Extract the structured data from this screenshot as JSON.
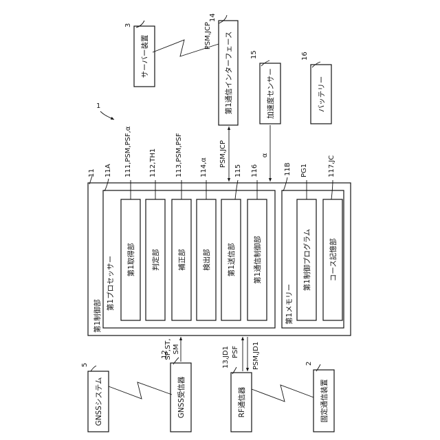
{
  "diagram": {
    "figure_ref": "1",
    "devices": {
      "server": {
        "name": "サーバー装置",
        "ref": "3"
      },
      "comm_interface": {
        "name": "第1通信インターフェース",
        "ref": "14"
      },
      "accel_sensor": {
        "name": "加速度センサー",
        "ref": "15"
      },
      "battery": {
        "name": "バッテリー",
        "ref": "16"
      },
      "gnss_system": {
        "name": "GNSSシステム",
        "ref": "5"
      },
      "gnss_receiver": {
        "name": "GNSS受信器",
        "ref": "12"
      },
      "rf_comm": {
        "name": "RF通信器",
        "ref": "13,JD1"
      },
      "fixed_comm": {
        "name": "固定通信装置",
        "ref": "2"
      }
    },
    "controller": {
      "name": "第1制御部",
      "ref": "11",
      "processor": {
        "name": "第1プロセッサー",
        "ref": "11A",
        "units": [
          {
            "name": "第1取得部",
            "ref": "111,PSM,PSF,α"
          },
          {
            "name": "判定部",
            "ref": "112,TH1"
          },
          {
            "name": "補正部",
            "ref": "113,PSM,PSF"
          },
          {
            "name": "検出部",
            "ref": "114,α"
          },
          {
            "name": "第1送信部",
            "ref": "115"
          },
          {
            "name": "第1通信制御部",
            "ref": "116"
          }
        ]
      },
      "memory": {
        "name": "第1メモリー",
        "ref": "11B",
        "units": [
          {
            "name": "第1制御プログラム",
            "ref": "PG1"
          },
          {
            "name": "コース記憶部",
            "ref": "117,JC"
          }
        ]
      }
    },
    "signals": {
      "server_link": "PSM,JCP",
      "comm_link": "PSM,JCP",
      "accel_link": "α",
      "gnss_link": "SP,ST,\nSM",
      "rf_link_up": "PSF",
      "rf_link_down": "PSM,JD1"
    }
  }
}
